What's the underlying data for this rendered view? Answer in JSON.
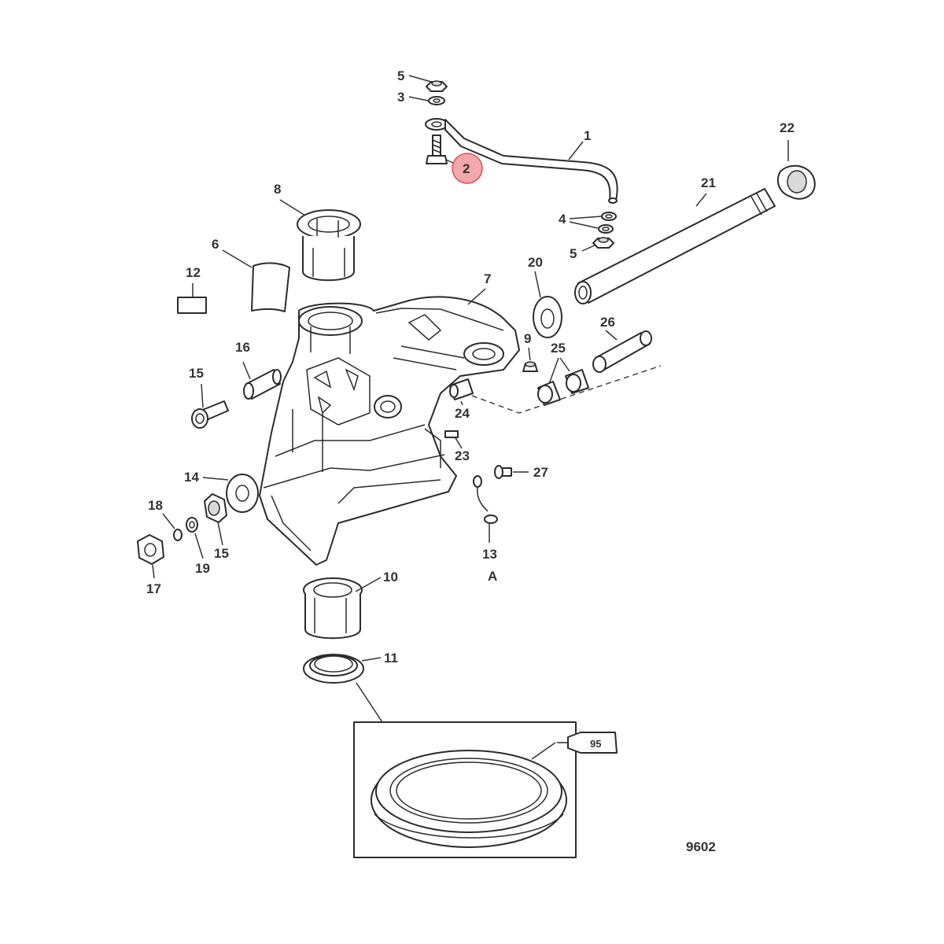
{
  "diagram": {
    "callouts": {
      "c1": "1",
      "c2": "2",
      "c3": "3",
      "c4": "4",
      "c5a": "5",
      "c5b": "5",
      "c6": "6",
      "c7": "7",
      "c8": "8",
      "c9": "9",
      "c10": "10",
      "c11": "11",
      "c12": "12",
      "c13": "13",
      "c14": "14",
      "c15a": "15",
      "c15b": "15",
      "c16": "16",
      "c17": "17",
      "c18": "18",
      "c19": "19",
      "c20": "20",
      "c21": "21",
      "c22": "22",
      "c23": "23",
      "c24": "24",
      "c25": "25",
      "c26": "26",
      "c27": "27",
      "view_a": "A",
      "tube_95": "95"
    },
    "figure_number": "9602",
    "highlight_color": "#f4a7ac",
    "highlight_stroke": "#d9534f"
  }
}
